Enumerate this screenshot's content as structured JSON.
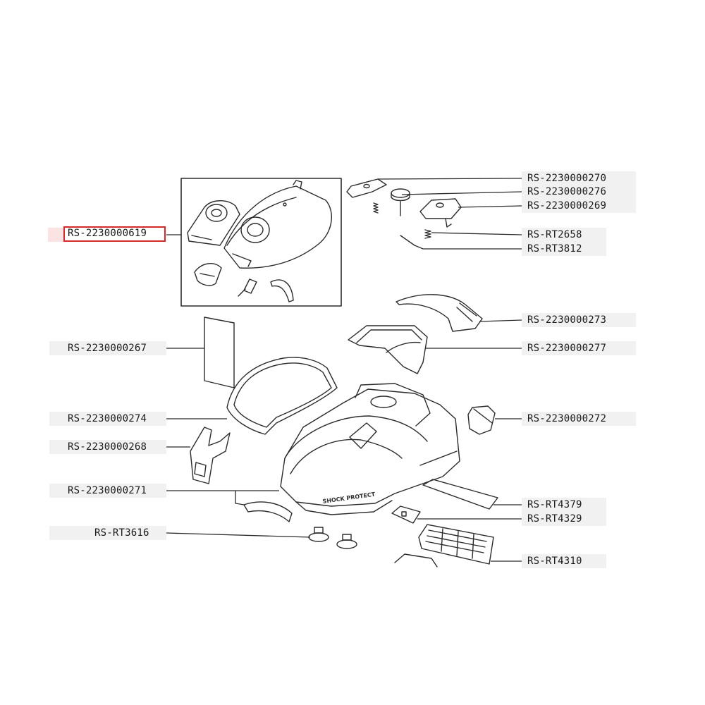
{
  "highlight_color": "#d42a2a",
  "parts": {
    "selected": "RS-2230000619",
    "left": [
      "RS-2230000267",
      "RS-2230000274",
      "RS-2230000268",
      "RS-2230000271",
      "RS-RT3616"
    ],
    "right": [
      "RS-2230000270",
      "RS-2230000276",
      "RS-2230000269",
      "RS-RT2658",
      "RS-RT3812",
      "RS-2230000273",
      "RS-2230000277",
      "RS-2230000272",
      "RS-RT4379",
      "RS-RT4329",
      "RS-RT4310"
    ]
  },
  "embossed_text": "SHOCK PROTECT"
}
